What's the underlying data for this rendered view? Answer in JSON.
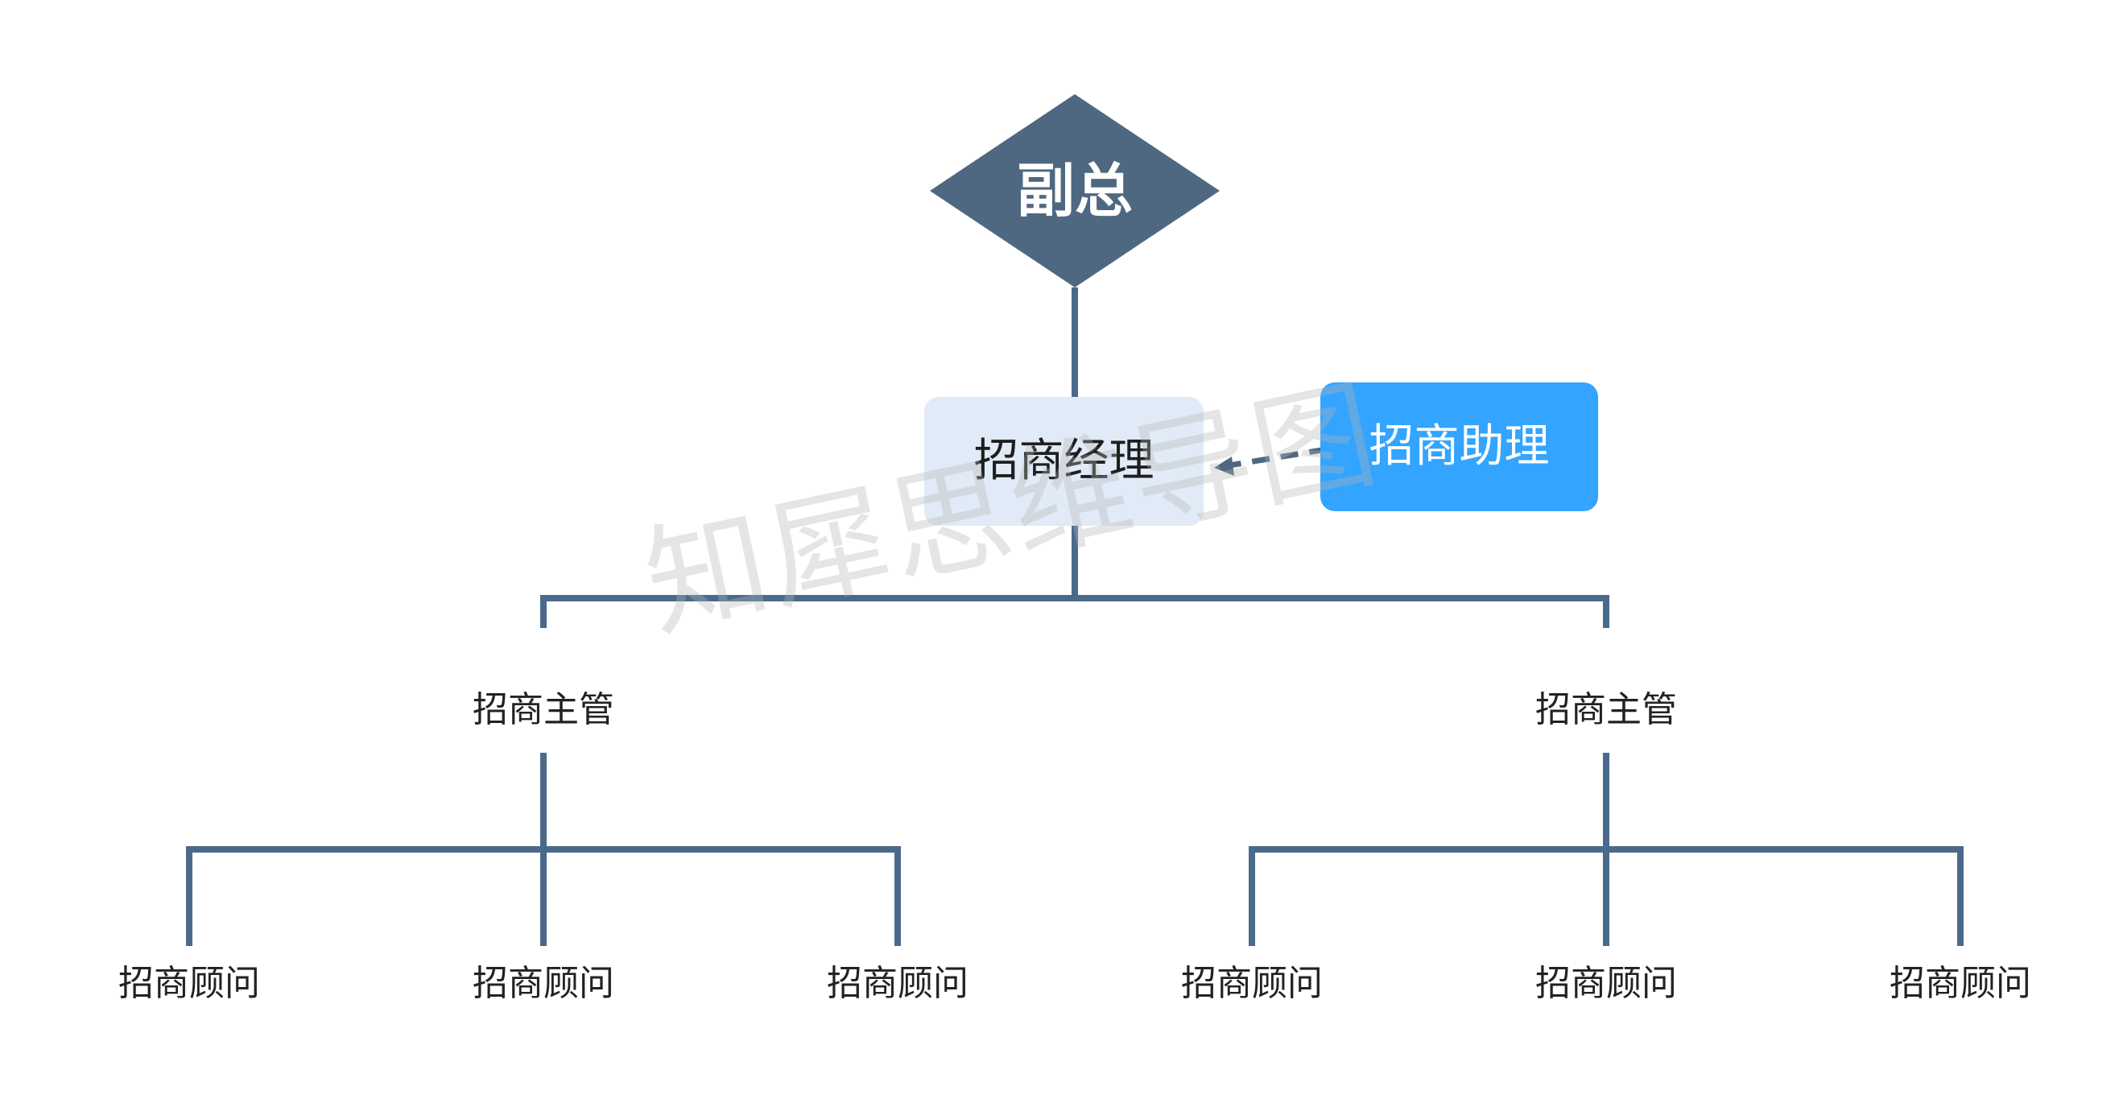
{
  "diagram": {
    "type": "org-chart",
    "root": {
      "label": "副总"
    },
    "manager": {
      "label": "招商经理"
    },
    "assistant": {
      "label": "招商助理"
    },
    "supervisors": [
      {
        "label": "招商主管"
      },
      {
        "label": "招商主管"
      }
    ],
    "advisors": [
      {
        "label": "招商顾问"
      },
      {
        "label": "招商顾问"
      },
      {
        "label": "招商顾问"
      },
      {
        "label": "招商顾问"
      },
      {
        "label": "招商顾问"
      },
      {
        "label": "招商顾问"
      }
    ],
    "watermark": "知犀思维导图"
  },
  "colors": {
    "line": "#4a6a8c",
    "root_fill": "#4f6881",
    "manager_fill": "#e1ebf7",
    "assistant_fill": "#33a4ff",
    "dashed_arrow": "#4f6881"
  }
}
